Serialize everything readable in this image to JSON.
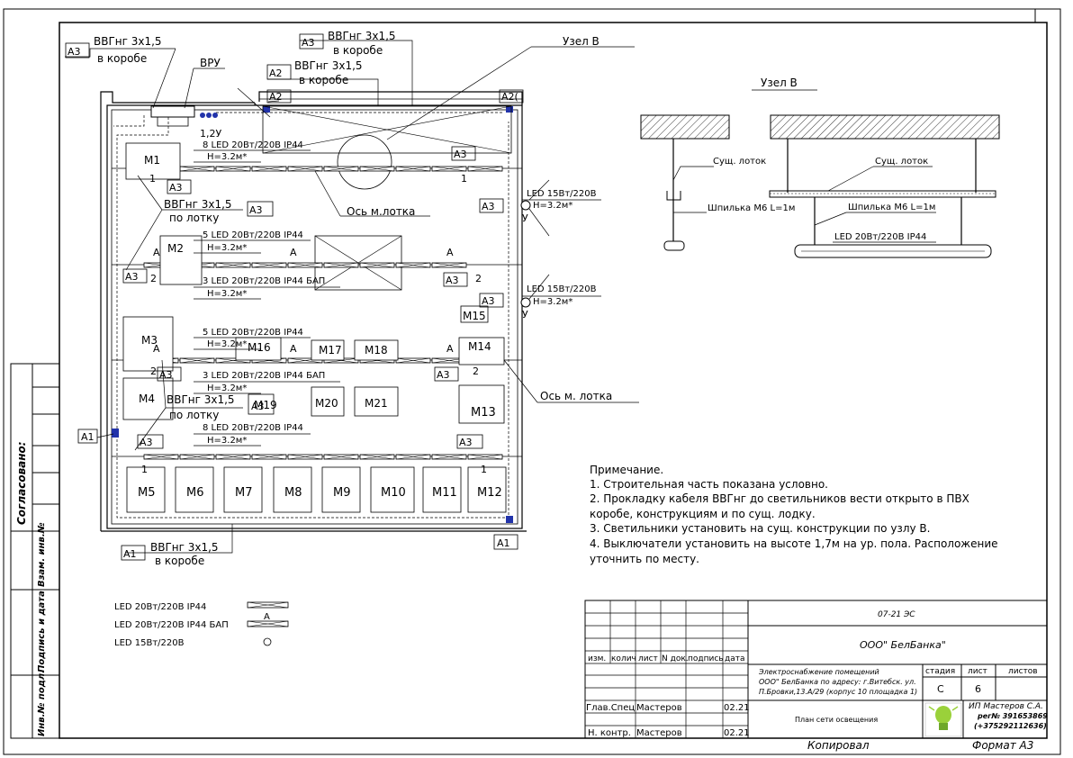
{
  "labels": {
    "vvg_top_left": "ВВГнг 3х1,5",
    "in_box": "в коробе",
    "on_tray": "по лотку",
    "vru": "ВРУ",
    "node_b": "Узел В",
    "tray_axis": "Ось м.лотка",
    "tray_axis2": "Ось м. лотка",
    "a1": "А1",
    "a2": "А2",
    "a3": "А3",
    "a2_switch": "А2(",
    "sw_12u": "1,2У",
    "u": "У",
    "lum_8": "8 LED 20Вт/220В IP44",
    "lum_5": "5 LED 20Вт/220В IP44",
    "lum_3bap": "3 LED 20Вт/220В IP44 БАП",
    "height": "Н=3.2м*",
    "led15": "LED 15Вт/220В",
    "sign_A": "А",
    "n1": "1",
    "n2": "2"
  },
  "rooms": [
    "М1",
    "М2",
    "М3",
    "М4",
    "М5",
    "М6",
    "М7",
    "М8",
    "М9",
    "М10",
    "М11",
    "М12",
    "М13",
    "М14",
    "М15",
    "М16",
    "М17",
    "М18",
    "М19",
    "М20",
    "М21"
  ],
  "detail": {
    "title": "Узел В",
    "tray1": "Сущ. лоток",
    "tray2": "Сущ. лоток",
    "stud1": "Шпилька М6 L=1м",
    "stud2": "Шпилька М6 L=1м",
    "lum": "LED 20Вт/220В IP44"
  },
  "legend": [
    {
      "text": "LED 20Вт/220В IP44"
    },
    {
      "text": "LED 20Вт/220В IP44 БАП"
    },
    {
      "text": "LED 15Вт/220В"
    }
  ],
  "notes": {
    "title": "Примечание.",
    "lines": [
      "1. Строительная часть показана условно.",
      "2. Прокладку кабеля ВВГнг до светильников вести открыто в ПВХ",
      "коробе, конструкциям и по сущ. лодку.",
      "3. Светильники установить на сущ. конструкции по узлу В.",
      "4. Выключатели установить на высоте 1,7м на ур. пола. Расположение",
      "уточнить по месту."
    ]
  },
  "side_stamp": {
    "agreed": "Согласовано:",
    "inv_ref": "Взам. инв.№",
    "sign_date": "Подпись и дата",
    "inv_orig": "Инв.№ подл."
  },
  "title_block": {
    "doc_code": "07-21 ЭС",
    "client": "ООО\" БелБанка\"",
    "headers": [
      "изм.",
      "колич",
      "лист",
      "N док.",
      "подпись",
      "дата"
    ],
    "object_lines": [
      "Электроснабжение помещений",
      "ООО\" БелБанка по адресу: г.Витебск. ул.",
      "П.Бровки,13.А/29 (корпус 10 площадка 1)"
    ],
    "stage_h": "стадия",
    "sheet_h": "лист",
    "sheets_h": "листов",
    "stage": "С",
    "sheet": "6",
    "sheets": "",
    "roles": [
      {
        "role": "Глав.Спец",
        "name": "Мастеров",
        "date": "02.21"
      },
      {
        "role": "Н. контр.",
        "name": "Мастеров",
        "date": "02.21"
      }
    ],
    "drawing_title": "План сети освещения",
    "company": [
      "ИП Мастеров С.А.",
      "рег№ 391653869",
      "(+375292112636)"
    ],
    "copied": "Копировал",
    "format": "Формат А3"
  }
}
